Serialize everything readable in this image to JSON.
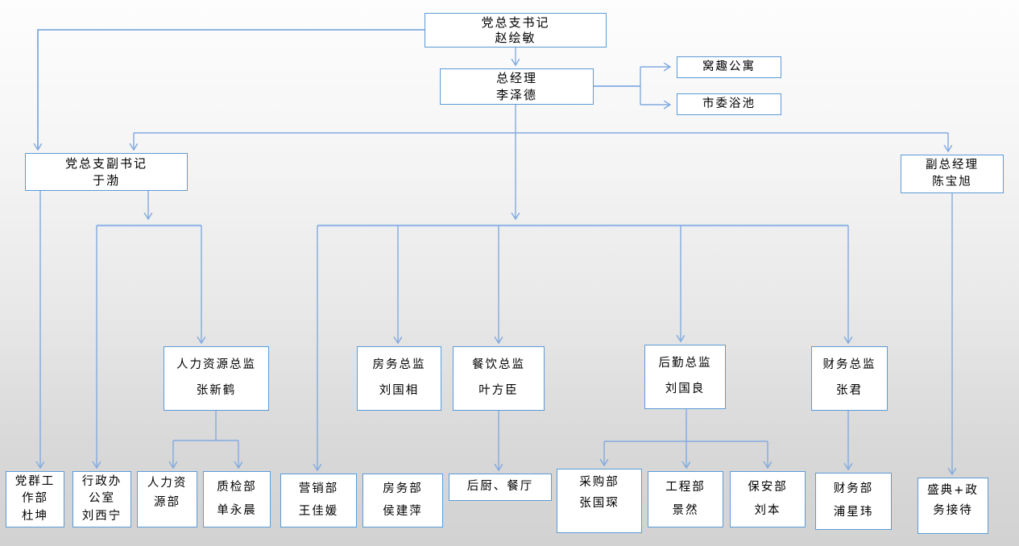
{
  "org": {
    "colors": {
      "box_border": "#5b9bd5",
      "box_fill": "#ffffff",
      "connector": "#82aadf",
      "text": "#000000",
      "background_top": "#fdfdfd",
      "background_bottom": "#d2d2d2"
    },
    "nodes": {
      "secretary": {
        "lines": [
          "党总支书记",
          "赵绘敏"
        ]
      },
      "gm": {
        "lines": [
          "总经理",
          "李泽德"
        ]
      },
      "apartment": {
        "lines": [
          "窝趣公寓"
        ]
      },
      "bathhouse": {
        "lines": [
          "市委浴池"
        ]
      },
      "deputy_secretary": {
        "lines": [
          "党总支副书记",
          "于渤"
        ]
      },
      "deputy_gm": {
        "lines": [
          "副总经理",
          "陈宝旭"
        ]
      },
      "hr_director": {
        "lines": [
          "人力资源总监",
          "张新鹤"
        ]
      },
      "housekeeping_director": {
        "lines": [
          "房务总监",
          "刘国相"
        ]
      },
      "fb_director": {
        "lines": [
          "餐饮总监",
          "叶方臣"
        ]
      },
      "logistics_director": {
        "lines": [
          "后勤总监",
          "刘国良"
        ]
      },
      "finance_director": {
        "lines": [
          "财务总监",
          "张君"
        ]
      },
      "party_mass_dept": {
        "lines": [
          "党群工",
          "作部",
          "杜坤"
        ]
      },
      "admin_office": {
        "lines": [
          "行政办",
          "公室",
          "刘西宁"
        ]
      },
      "hr_dept": {
        "lines": [
          "人力资",
          "源部"
        ]
      },
      "quality_dept": {
        "lines": [
          "质检部",
          "单永晨"
        ]
      },
      "marketing_dept": {
        "lines": [
          "营销部",
          "王佳媛"
        ]
      },
      "housekeeping_dept": {
        "lines": [
          "房务部",
          "侯建萍"
        ]
      },
      "kitchen_restaurant": {
        "lines": [
          "后厨、餐厅"
        ]
      },
      "purchasing_dept": {
        "lines": [
          "采购部",
          "张国琛"
        ]
      },
      "engineering_dept": {
        "lines": [
          "工程部",
          "景然"
        ]
      },
      "security_dept": {
        "lines": [
          "保安部",
          "刘本"
        ]
      },
      "finance_dept": {
        "lines": [
          "财务部",
          "浦星玮"
        ]
      },
      "ceremony_reception": {
        "lines": [
          "盛典+政",
          "务接待"
        ]
      }
    },
    "edges": [
      {
        "from": "secretary",
        "to": "gm"
      },
      {
        "from": "secretary",
        "to": "deputy_secretary"
      },
      {
        "from": "gm",
        "to": "apartment"
      },
      {
        "from": "gm",
        "to": "bathhouse"
      },
      {
        "from": "gm",
        "to": "deputy_secretary"
      },
      {
        "from": "gm",
        "to": "deputy_gm"
      },
      {
        "from": "gm",
        "to": "marketing_dept"
      },
      {
        "from": "gm",
        "to": "housekeeping_director"
      },
      {
        "from": "gm",
        "to": "fb_director"
      },
      {
        "from": "gm",
        "to": "logistics_director"
      },
      {
        "from": "gm",
        "to": "finance_director"
      },
      {
        "from": "deputy_secretary",
        "to": "party_mass_dept"
      },
      {
        "from": "deputy_secretary",
        "to": "admin_office"
      },
      {
        "from": "deputy_secretary",
        "to": "hr_director"
      },
      {
        "from": "hr_director",
        "to": "hr_dept"
      },
      {
        "from": "hr_director",
        "to": "quality_dept"
      },
      {
        "from": "fb_director",
        "to": "kitchen_restaurant"
      },
      {
        "from": "logistics_director",
        "to": "purchasing_dept"
      },
      {
        "from": "logistics_director",
        "to": "engineering_dept"
      },
      {
        "from": "logistics_director",
        "to": "security_dept"
      },
      {
        "from": "finance_director",
        "to": "finance_dept"
      },
      {
        "from": "deputy_gm",
        "to": "ceremony_reception"
      }
    ]
  }
}
